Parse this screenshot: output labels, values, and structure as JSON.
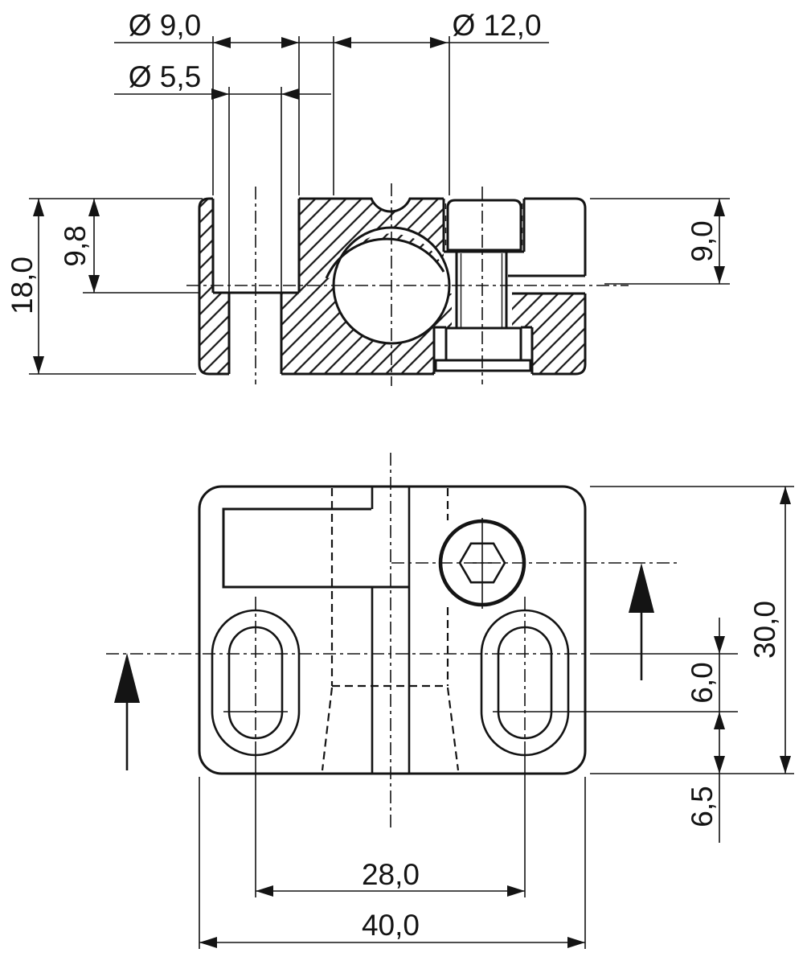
{
  "colors": {
    "ink": "#141414",
    "paper": "#ffffff"
  },
  "dimensions": {
    "dia_counterbore": "Ø 9,0",
    "dia_through_hole": "Ø 5,5",
    "dia_bore": "Ø 12,0",
    "total_height": "18,0",
    "counterbore_depth": "9,8",
    "slit_position": "9,0",
    "total_depth": "30,0",
    "slot_center_span": "6,0",
    "slot_edge_offset": "6,5",
    "hole_spacing": "28,0",
    "total_width": "40,0"
  }
}
